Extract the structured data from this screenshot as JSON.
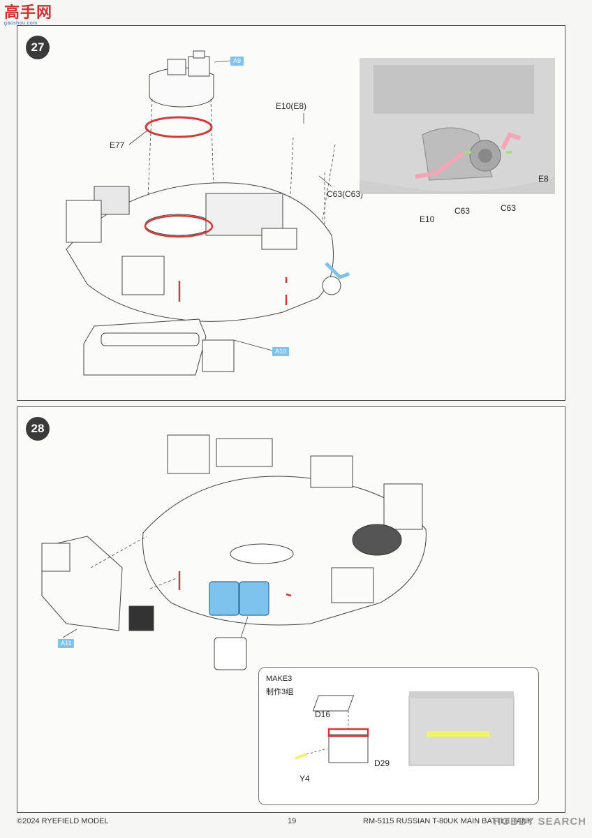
{
  "watermark": {
    "logo": "高手网",
    "sub": "gaoshou.com"
  },
  "step27": {
    "number": "27",
    "labels": {
      "a9": "A9",
      "e77": "E77",
      "e10e8": "E10(E8)",
      "c63c63": "C63(C63)",
      "a10": "A10",
      "e8": "E8",
      "c63_left": "C63",
      "c63_right": "C63",
      "e10": "E10"
    }
  },
  "step28": {
    "number": "28",
    "labels": {
      "a11": "A11",
      "make": "MAKE3",
      "make_cn": "制作3组",
      "d16": "D16",
      "d29": "D29",
      "y4": "Y4"
    }
  },
  "footer": {
    "copyright": "©2024 RYEFIELD MODEL",
    "page": "19",
    "product": "RM-5115 RUSSIAN T-80UK MAIN BATTLE TANK",
    "corner": "HOBBY SEARCH"
  },
  "colors": {
    "highlight_red": "#d23a3a",
    "highlight_pink": "#f4a6b8",
    "highlight_blue": "#7ec2ee",
    "highlight_yellow": "#f2f26a",
    "highlight_green": "#9fe07a"
  }
}
